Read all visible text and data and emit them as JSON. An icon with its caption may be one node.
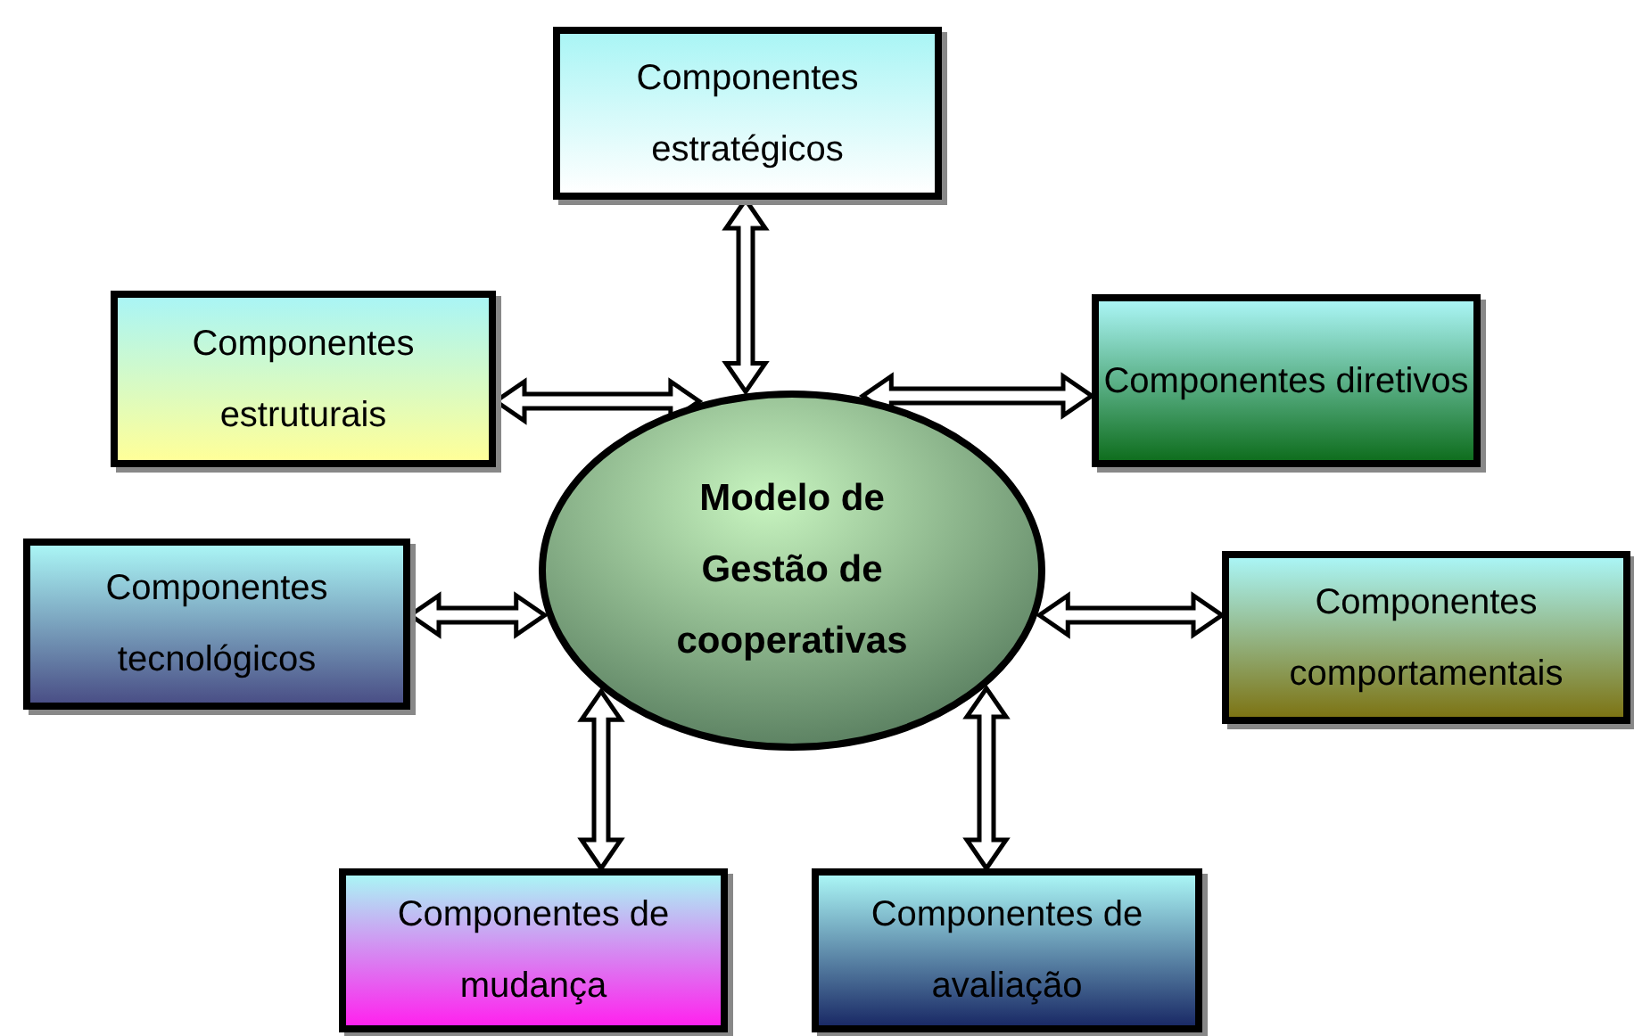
{
  "diagram": {
    "nodes": [
      {
        "text": [
          "Componentes estratégicos"
        ]
      },
      {
        "text": [
          "Componentes estruturais"
        ]
      },
      {
        "text": [
          "Componentes diretivos"
        ]
      },
      {
        "text": [
          "Modelo de Gestão de cooperativas"
        ]
      },
      {
        "text": [
          "Componentes tecnológicos"
        ]
      },
      {
        "text": [
          "Componentes comportamentais"
        ]
      },
      {
        "text": [
          "Componentes de mudança"
        ]
      },
      {
        "text": [
          "Componentes de avaliação"
        ]
      }
    ],
    "edges": [
      {
        "from": 3,
        "to": 0,
        "arrow": "both"
      },
      {
        "from": 3,
        "to": 1,
        "arrow": "both"
      },
      {
        "from": 3,
        "to": 2,
        "arrow": "both"
      },
      {
        "from": 3,
        "to": 4,
        "arrow": "both"
      },
      {
        "from": 3,
        "to": 5,
        "arrow": "both"
      },
      {
        "from": 3,
        "to": 6,
        "arrow": "both"
      },
      {
        "from": 3,
        "to": 7,
        "arrow": "both"
      }
    ]
  }
}
